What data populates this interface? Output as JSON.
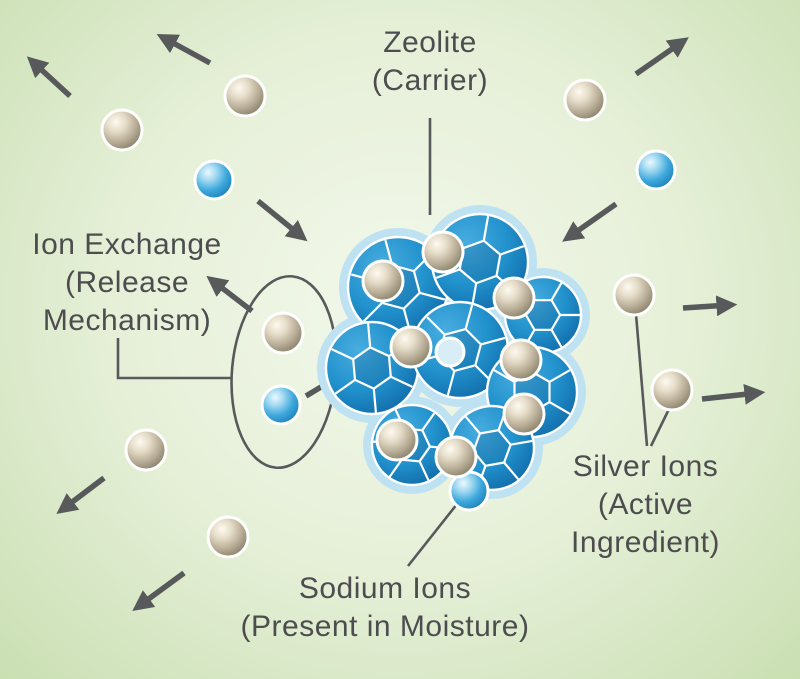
{
  "labels": {
    "zeolite": {
      "lines": [
        "Zeolite",
        "(Carrier)"
      ]
    },
    "ion_exchange": {
      "lines": [
        "Ion Exchange",
        "(Release",
        "Mechanism)"
      ]
    },
    "silver_ions": {
      "lines": [
        "Silver Ions",
        "(Active",
        "Ingredient)"
      ]
    },
    "sodium_ions": {
      "lines": [
        "Sodium Ions",
        "(Present in Moisture)"
      ]
    }
  },
  "colors": {
    "background_center": "#f2f8eb",
    "background_edge": "#cadfb2",
    "arrow": "#58595b",
    "text": "#4d4d4f",
    "zeolite_blue": "#2191cc",
    "zeolite_dark_blue": "#1068a6",
    "zeolite_halo": "#bfe2f2",
    "silver_ion": "#b5aa93",
    "sodium_ion": "#2d9fd6",
    "sphere_outline": "#ffffff"
  }
}
